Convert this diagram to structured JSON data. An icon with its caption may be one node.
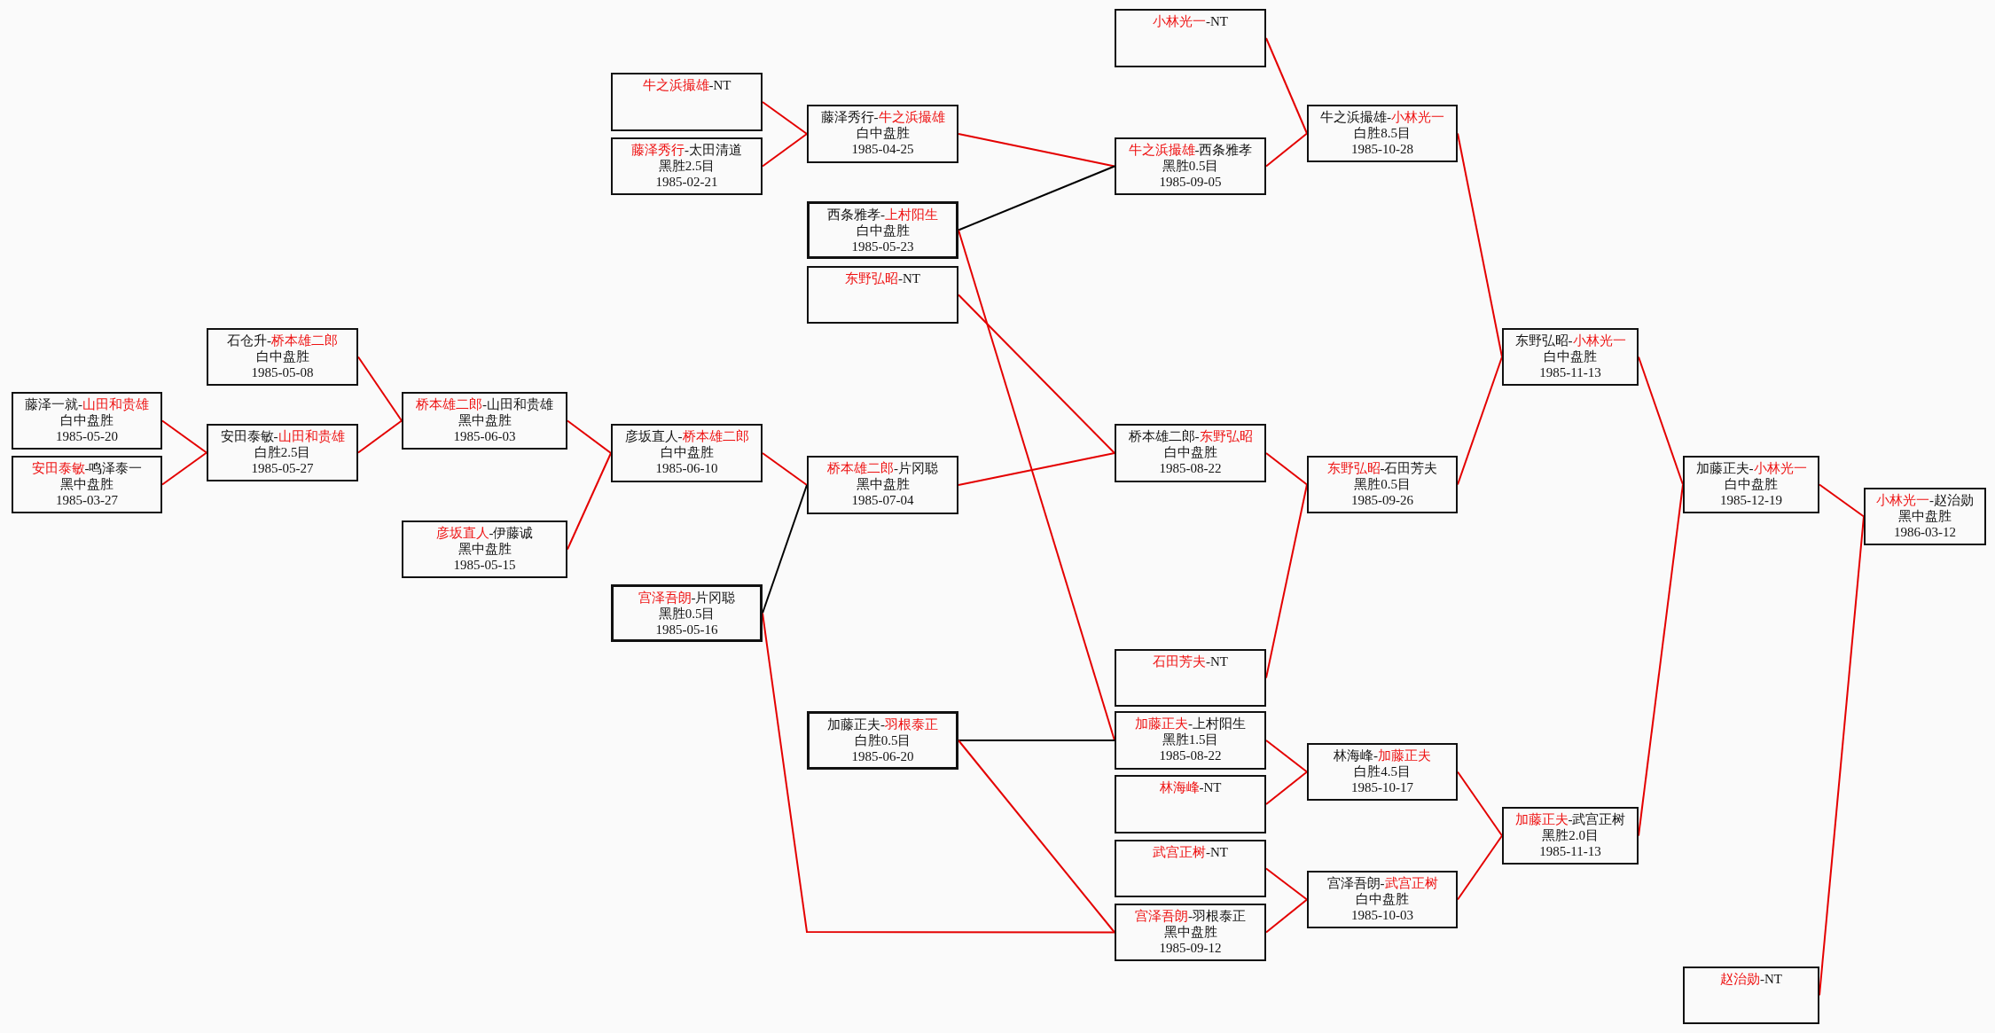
{
  "diagram": {
    "nodes": [
      {
        "text": [
          "藤泽一就-",
          "山田和贵雄",
          "白中盘胜",
          "1985-05-20"
        ]
      },
      {
        "text": [
          "安田泰敏",
          "-鸣泽泰一",
          "黑中盘胜",
          "1985-03-27"
        ]
      },
      {
        "text": [
          "石仓升-",
          "桥本雄二郎",
          "白中盘胜",
          "1985-05-08"
        ]
      },
      {
        "text": [
          "安田泰敏-",
          "山田和贵雄",
          "白胜2.5目",
          "1985-05-27"
        ]
      },
      {
        "text": [
          "桥本雄二郎",
          "-山田和贵雄",
          "黑中盘胜",
          "1985-06-03"
        ]
      },
      {
        "text": [
          "彦坂直人",
          "-伊藤诚",
          "黑中盘胜",
          "1985-05-15"
        ]
      },
      {
        "text": [
          "牛之浜撮雄",
          "-NT"
        ]
      },
      {
        "text": [
          "藤泽秀行",
          "-太田清道",
          "黑胜2.5目",
          "1985-02-21"
        ]
      },
      {
        "text": [
          "彦坂直人-",
          "桥本雄二郎",
          "白中盘胜",
          "1985-06-10"
        ]
      },
      {
        "text": [
          "宫泽吾朗",
          "-片冈聪",
          "黑胜0.5目",
          "1985-05-16"
        ]
      },
      {
        "text": [
          "藤泽秀行-",
          "牛之浜撮雄",
          "白中盘胜",
          "1985-04-25"
        ]
      },
      {
        "text": [
          "西条雅孝-",
          "上村阳生",
          "白中盘胜",
          "1985-05-23"
        ]
      },
      {
        "text": [
          "东野弘昭",
          "-NT"
        ]
      },
      {
        "text": [
          "桥本雄二郎",
          "-片冈聪",
          "黑中盘胜",
          "1985-07-04"
        ]
      },
      {
        "text": [
          "加藤正夫-",
          "羽根泰正",
          "白胜0.5目",
          "1985-06-20"
        ]
      },
      {
        "text": [
          "小林光一",
          "-NT"
        ]
      },
      {
        "text": [
          "牛之浜撮雄",
          "-西条雅孝",
          "黑胜0.5目",
          "1985-09-05"
        ]
      },
      {
        "text": [
          "桥本雄二郎-",
          "东野弘昭",
          "白中盘胜",
          "1985-08-22"
        ]
      },
      {
        "text": [
          "石田芳夫",
          "-NT"
        ]
      },
      {
        "text": [
          "加藤正夫",
          "-上村阳生",
          "黑胜1.5目",
          "1985-08-22"
        ]
      },
      {
        "text": [
          "林海峰",
          "-NT"
        ]
      },
      {
        "text": [
          "武宫正树",
          "-NT"
        ]
      },
      {
        "text": [
          "宫泽吾朗",
          "-羽根泰正",
          "黑中盘胜",
          "1985-09-12"
        ]
      },
      {
        "text": [
          "牛之浜撮雄-",
          "小林光一",
          "白胜8.5目",
          "1985-10-28"
        ]
      },
      {
        "text": [
          "东野弘昭",
          "-石田芳夫",
          "黑胜0.5目",
          "1985-09-26"
        ]
      },
      {
        "text": [
          "林海峰-",
          "加藤正夫",
          "白胜4.5目",
          "1985-10-17"
        ]
      },
      {
        "text": [
          "宫泽吾朗-",
          "武宫正树",
          "白中盘胜",
          "1985-10-03"
        ]
      },
      {
        "text": [
          "东野弘昭-",
          "小林光一",
          "白中盘胜",
          "1985-11-13"
        ]
      },
      {
        "text": [
          "加藤正夫",
          "-武宫正树",
          "黑胜2.0目",
          "1985-11-13"
        ]
      },
      {
        "text": [
          "加藤正夫-",
          "小林光一",
          "白中盘胜",
          "1985-12-19"
        ]
      },
      {
        "text": [
          "赵治勋",
          "-NT"
        ]
      },
      {
        "text": [
          "小林光一",
          "-赵治勋",
          "黑中盘胜",
          "1986-03-12"
        ]
      }
    ],
    "edges": [
      {
        "from": 0,
        "to": 3,
        "arrow": "none"
      },
      {
        "from": 1,
        "to": 3,
        "arrow": "none"
      },
      {
        "from": 2,
        "to": 4,
        "arrow": "none"
      },
      {
        "from": 3,
        "to": 4,
        "arrow": "none"
      },
      {
        "from": 4,
        "to": 8,
        "arrow": "none"
      },
      {
        "from": 5,
        "to": 8,
        "arrow": "none"
      },
      {
        "from": 6,
        "to": 10,
        "arrow": "none"
      },
      {
        "from": 7,
        "to": 10,
        "arrow": "none"
      },
      {
        "from": 10,
        "to": 16,
        "arrow": "none"
      },
      {
        "from": 11,
        "to": 16,
        "arrow": "none",
        "color": "#000000"
      },
      {
        "from": 11,
        "to": 19,
        "arrow": "none"
      },
      {
        "from": 12,
        "to": 17,
        "arrow": "none"
      },
      {
        "from": 8,
        "to": 13,
        "arrow": "none"
      },
      {
        "from": 9,
        "to": 13,
        "arrow": "none",
        "color": "#000000"
      },
      {
        "from": 9,
        "to": 22,
        "arrow": "none"
      },
      {
        "from": 13,
        "to": 17,
        "arrow": "none"
      },
      {
        "from": 14,
        "to": 19,
        "arrow": "none",
        "color": "#000000"
      },
      {
        "from": 14,
        "to": 22,
        "arrow": "none"
      },
      {
        "from": 15,
        "to": 23,
        "arrow": "none"
      },
      {
        "from": 16,
        "to": 23,
        "arrow": "none"
      },
      {
        "from": 17,
        "to": 24,
        "arrow": "none"
      },
      {
        "from": 18,
        "to": 24,
        "arrow": "none"
      },
      {
        "from": 19,
        "to": 25,
        "arrow": "none"
      },
      {
        "from": 20,
        "to": 25,
        "arrow": "none"
      },
      {
        "from": 21,
        "to": 26,
        "arrow": "none"
      },
      {
        "from": 22,
        "to": 26,
        "arrow": "none"
      },
      {
        "from": 23,
        "to": 27,
        "arrow": "none"
      },
      {
        "from": 24,
        "to": 27,
        "arrow": "none"
      },
      {
        "from": 25,
        "to": 28,
        "arrow": "none"
      },
      {
        "from": 26,
        "to": 28,
        "arrow": "none"
      },
      {
        "from": 27,
        "to": 29,
        "arrow": "none"
      },
      {
        "from": 28,
        "to": 29,
        "arrow": "none"
      },
      {
        "from": 29,
        "to": 31,
        "arrow": "none"
      },
      {
        "from": 30,
        "to": 31,
        "arrow": "none"
      }
    ]
  }
}
